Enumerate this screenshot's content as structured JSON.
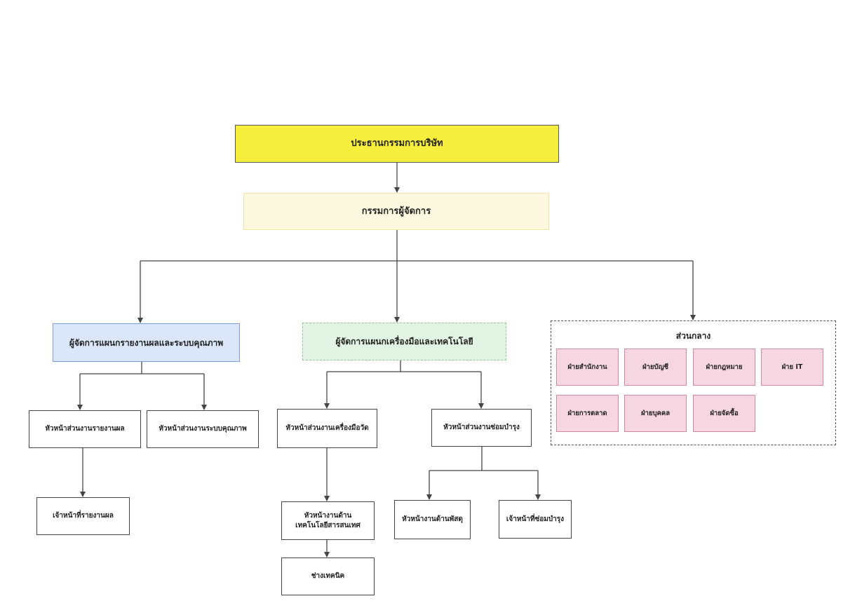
{
  "chart": {
    "chairman": "ประธานกรรมการบริษัท",
    "managing_director": "กรรมการผู้จัดการ",
    "quality_manager": {
      "label": "ผู้จัดการแผนกรายงานผลและระบบคุณภาพ",
      "report_head": "หัวหน้าส่วนงานรายงานผล",
      "quality_head": "หัวหน้าส่วนงานระบบคุณภาพ",
      "report_officer": "เจ้าหน้าที่รายงานผล"
    },
    "tech_manager": {
      "label": "ผู้จัดการแผนกเครื่องมือและเทคโนโลยี",
      "instrument_head": "หัวหน้าส่วนงานเครื่องมือวัด",
      "it_head_line1": "หัวหน้างานด้าน",
      "it_head_line2": "เทคโนโลยีสารสนเทศ",
      "technician": "ช่างเทคนิค",
      "repair_head": "หัวหน้าส่วนงานซ่อมบำรุง",
      "supply_head": "หัวหน้างานด้านพัสดุ",
      "repair_officer": "เจ้าหน้าที่ซ่อมบำรุง"
    },
    "central": {
      "title": "ส่วนกลาง",
      "departments": [
        "ฝ่ายสำนักงาน",
        "ฝ่ายบัญชี",
        "ฝ่ายกฎหมาย",
        "ฝ่าย IT",
        "ฝ่ายการตลาด",
        "ฝ่ายบุคคล",
        "ฝ่ายจัดซื้อ"
      ]
    }
  }
}
